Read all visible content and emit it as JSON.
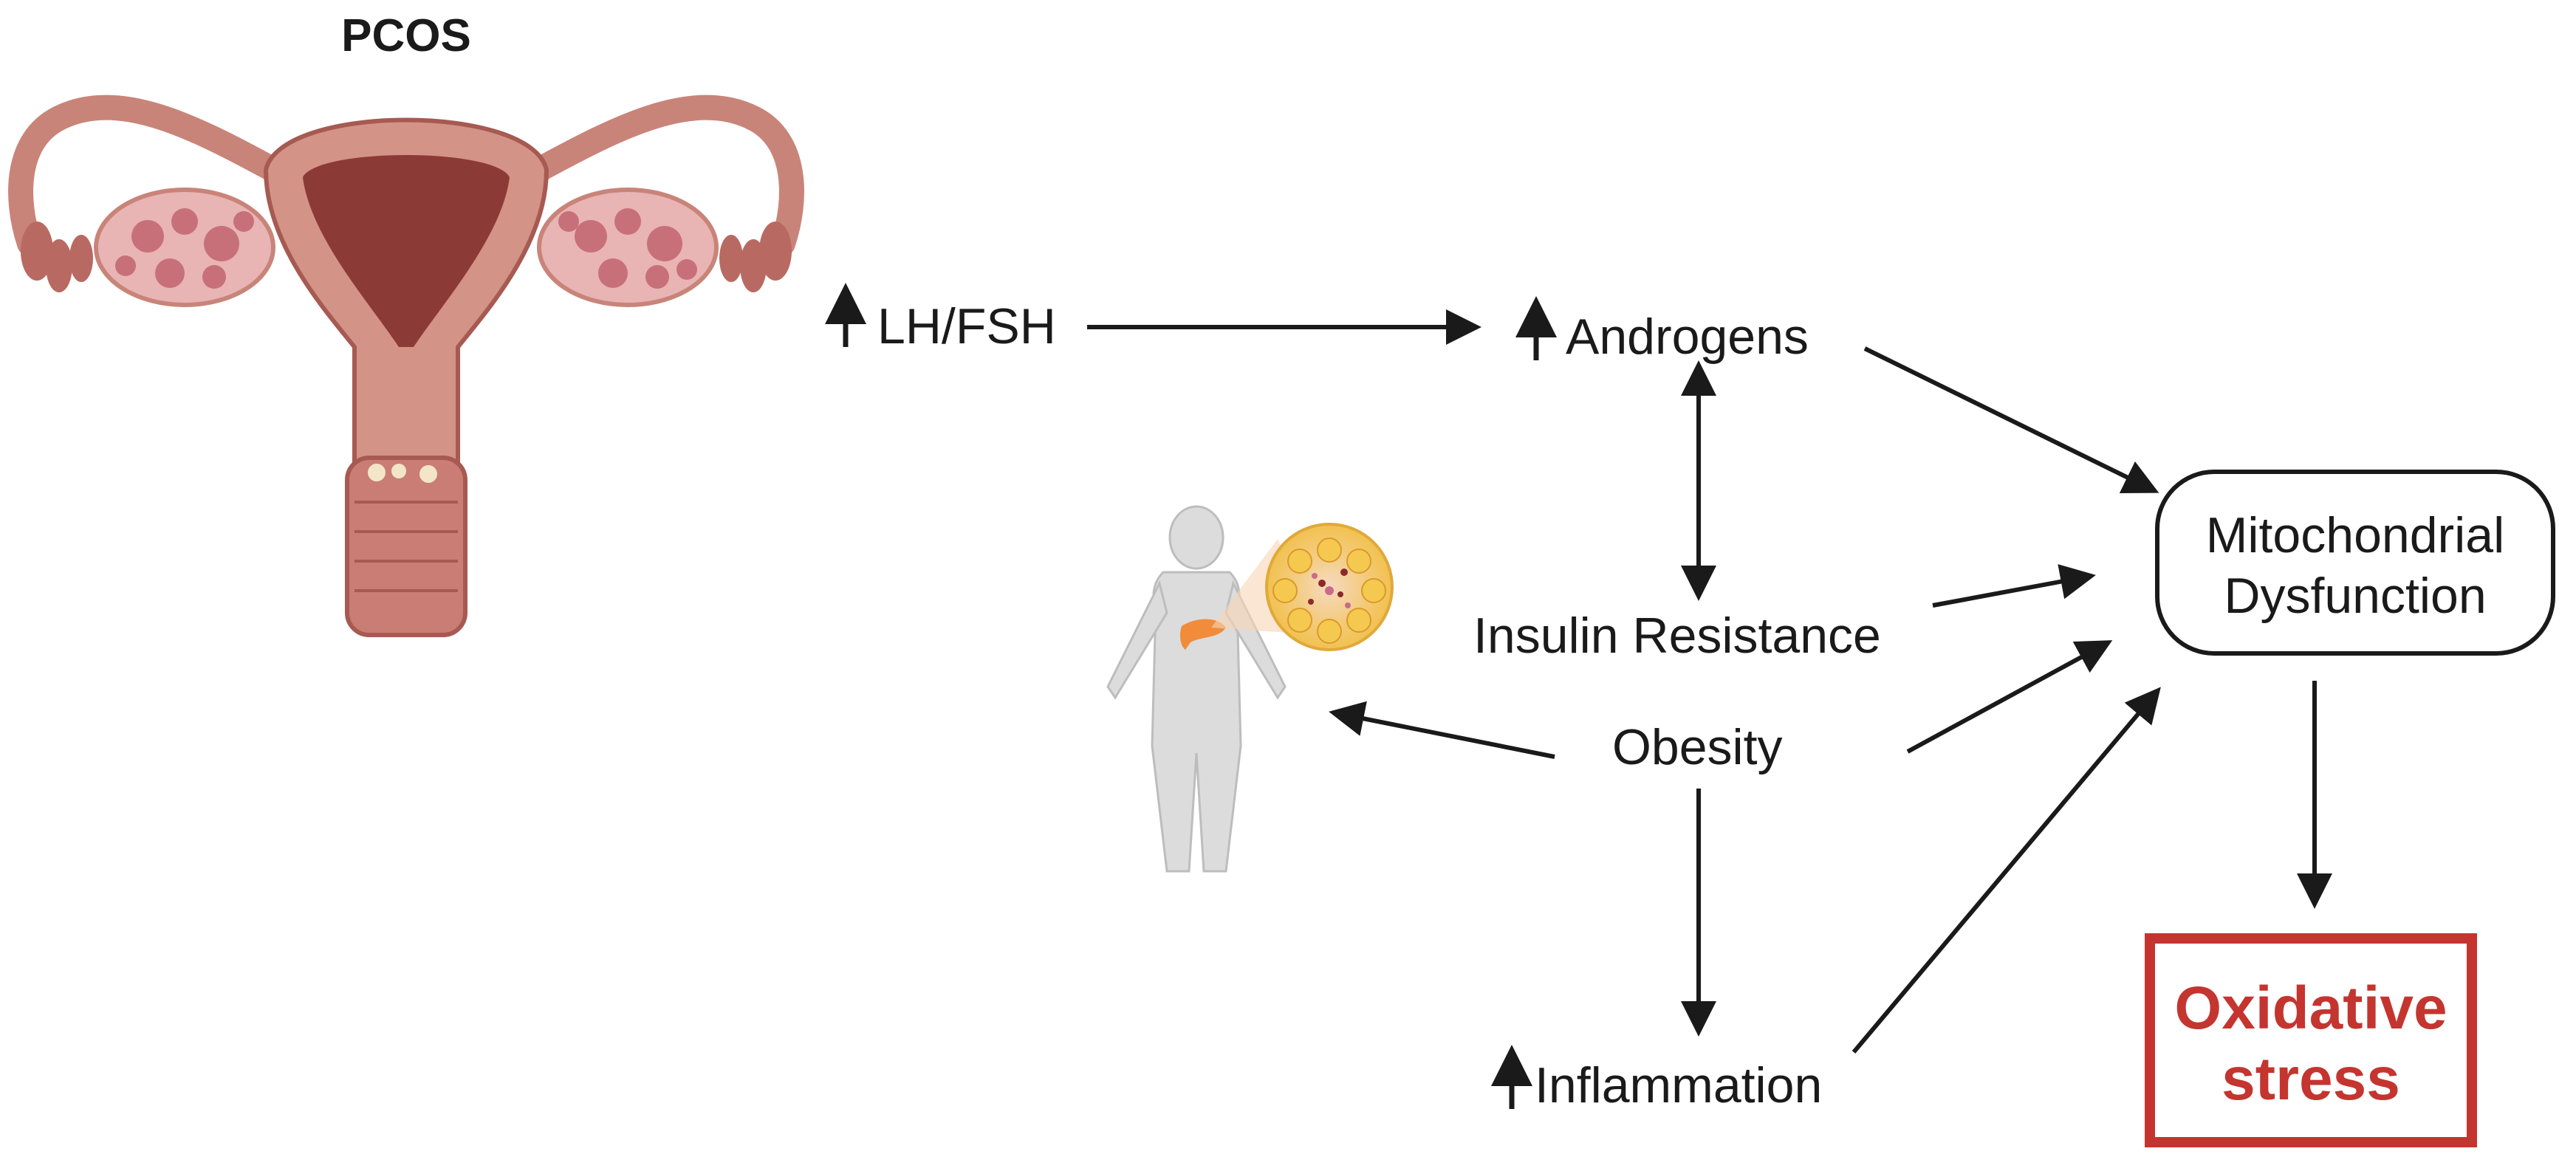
{
  "title": "PCOS",
  "nodes": {
    "lh_fsh": "LH/FSH",
    "androgens": "Androgens",
    "insulin_resistance": "Insulin Resistance",
    "obesity": "Obesity",
    "inflammation": "Inflammation",
    "mitochondrial": "Mitochondrial\nDysfunction",
    "oxidative": "Oxidative\nstress"
  },
  "colors": {
    "text": "#1a1a1a",
    "accent_red": "#c4352f",
    "uterus": "#c98479",
    "uterus_dark": "#8c3a35",
    "ovary": "#e8b4b4",
    "figure": "#d9d9d9",
    "fat": "#f2c14e",
    "pancreas": "#f08c3c"
  },
  "icons": [
    "uterus-illustration",
    "human-figure-icon",
    "adipose-tissue-icon",
    "up-arrow-icon"
  ],
  "edges": [
    {
      "from": "LH/FSH",
      "to": "Androgens"
    },
    {
      "from": "Androgens",
      "to": "Mitochondrial Dysfunction"
    },
    {
      "from": "Androgens",
      "to": "Insulin Resistance",
      "bidirectional": true
    },
    {
      "from": "Insulin Resistance",
      "to": "Mitochondrial Dysfunction"
    },
    {
      "from": "Obesity",
      "to": "Mitochondrial Dysfunction"
    },
    {
      "from": "Obesity",
      "to": "human-figure"
    },
    {
      "from": "Obesity",
      "to": "Inflammation"
    },
    {
      "from": "Inflammation",
      "to": "Mitochondrial Dysfunction"
    },
    {
      "from": "Mitochondrial Dysfunction",
      "to": "Oxidative stress"
    }
  ]
}
